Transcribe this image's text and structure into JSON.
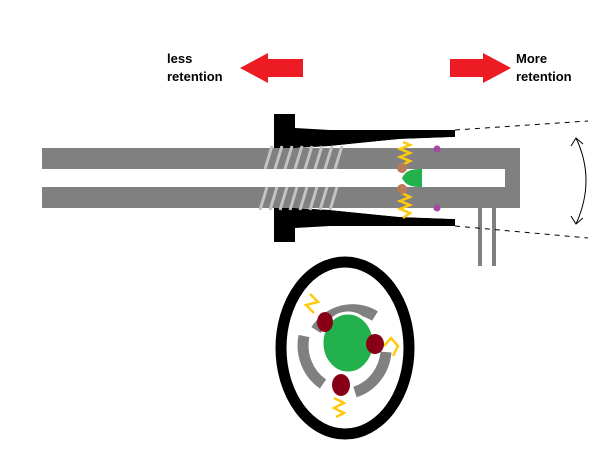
{
  "labels": {
    "less_line1": "less",
    "less_line2": "retention",
    "more_line1": "More",
    "more_line2": "retention"
  },
  "colors": {
    "arrow": "#ed1c24",
    "tube": "#808080",
    "body": "#000000",
    "thread": "#c3c3c3",
    "spring": "#ffc90e",
    "ball_side": "#b97a57",
    "ball_end": "#880015",
    "pin": "#22b14c",
    "dot": "#a349a4",
    "background": "#ffffff"
  },
  "icons": {
    "left_arrow": "red-left-arrow-icon",
    "right_arrow": "red-right-arrow-icon"
  }
}
